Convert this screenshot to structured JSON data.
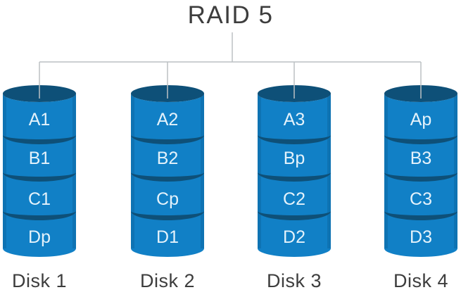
{
  "title": "RAID 5",
  "colors": {
    "cylinder_body": "#1180C6",
    "cylinder_dark": "#0E5078",
    "segment_text": "#E4F2FB",
    "connector_line": "#BCC1C3",
    "label_text": "#3D3D3D",
    "background": "#FFFFFF"
  },
  "disks": [
    {
      "label": "Disk 1",
      "segments": [
        "A1",
        "B1",
        "C1",
        "Dp"
      ]
    },
    {
      "label": "Disk 2",
      "segments": [
        "A2",
        "B2",
        "Cp",
        "D1"
      ]
    },
    {
      "label": "Disk 3",
      "segments": [
        "A3",
        "Bp",
        "C2",
        "D2"
      ]
    },
    {
      "label": "Disk 4",
      "segments": [
        "Ap",
        "B3",
        "C3",
        "D3"
      ]
    }
  ]
}
